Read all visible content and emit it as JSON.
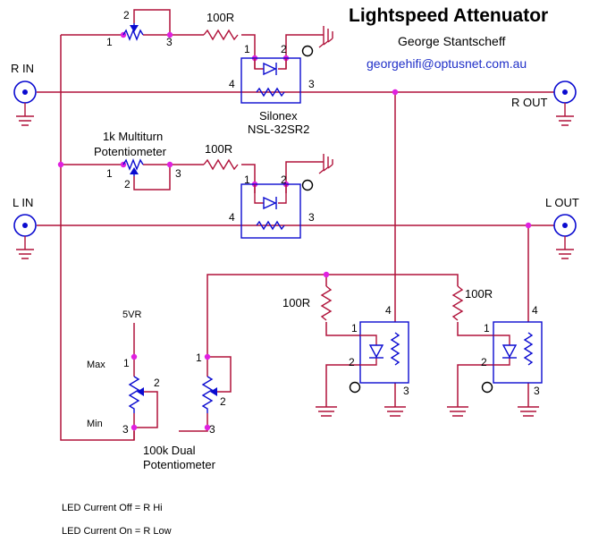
{
  "title": "Lightspeed Attenuator",
  "author": "George Stantscheff",
  "email": "georgehifi@optusnet.com.au",
  "connectors": {
    "r_in": "R IN",
    "r_out": "R  OUT",
    "l_in": "L IN",
    "l_out": "L OUT"
  },
  "component_labels": {
    "opto_name": "Silonex",
    "opto_part": "NSL-32SR2",
    "multiturn_line1": "1k Multiturn",
    "multiturn_line2": "Potentiometer",
    "dual_line1": "100k Dual",
    "dual_line2": "Potentiometer",
    "supply": "5VR",
    "max": "Max",
    "min": "Min"
  },
  "resistors": {
    "top_series": "100R",
    "mid_series": "100R",
    "shunt_left": "100R",
    "shunt_right": "100R"
  },
  "pins": {
    "p1": "1",
    "p2": "2",
    "p3": "3",
    "p4": "4"
  },
  "notes": {
    "off": "LED Current Off = R Hi",
    "on": "LED Current On = R Low"
  },
  "colors": {
    "wire": "#b0123a",
    "component": "#0a0ad0",
    "junction": "#e020e0",
    "text": "#000000",
    "email": "#1f2fc8"
  }
}
